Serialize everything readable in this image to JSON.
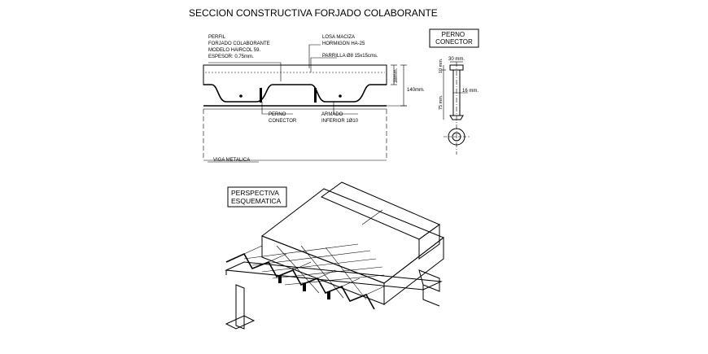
{
  "title": "SECCION CONSTRUCTIVA FORJADO COLABORANTE",
  "section": {
    "perfil_label": [
      "PERFIL",
      "FORJADO COLABORANTE",
      "MODELO HAIRCOL 59.",
      "ESPESOR: 0.75mm."
    ],
    "losa_label": [
      "LOSA MACIZA",
      "HORMIGON HA-25"
    ],
    "parrilla_label": "PARRILLA Ø8 15x15cms.",
    "perno_label": [
      "PERNO",
      "CONECTOR"
    ],
    "armado_label": [
      "ARMADO",
      "INFERIOR 1Ø10"
    ],
    "viga_label": "VIGA METALICA",
    "dim_slab": "38mm.",
    "dim_total": "140mm."
  },
  "connector": {
    "title": [
      "PERNO",
      "CONECTOR"
    ],
    "dim_head": "30 mm.",
    "dim_head_h": "10 mm.",
    "dim_shank": "16 mm.",
    "dim_length": "75 mm."
  },
  "perspective": {
    "title": [
      "PERSPECTIVA",
      "ESQUEMATICA"
    ]
  }
}
